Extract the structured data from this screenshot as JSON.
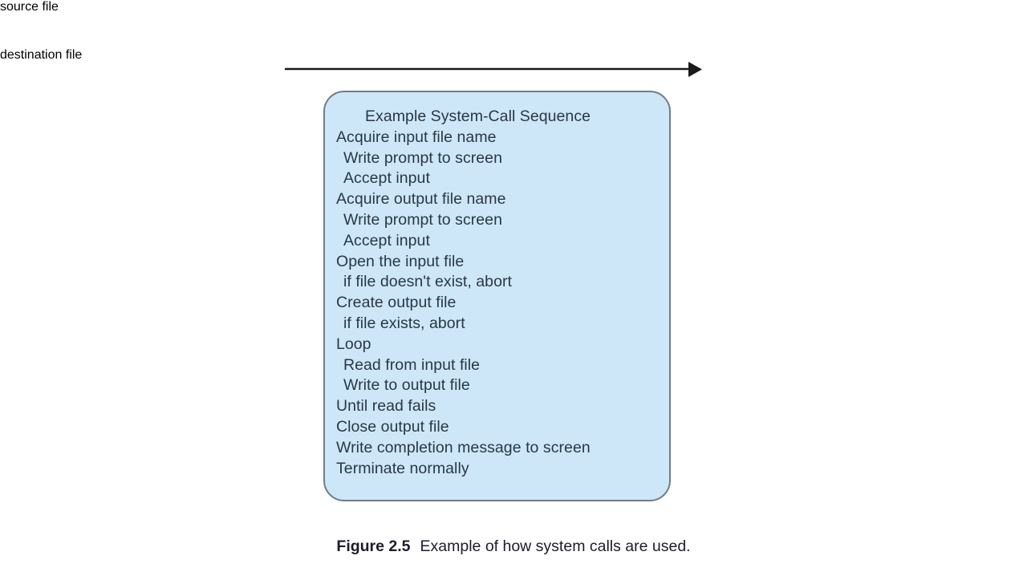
{
  "diagram": {
    "source_box": {
      "label": "source file"
    },
    "destination_box": {
      "label": "destination file"
    },
    "arrow": {
      "name": "flow-arrow-right"
    },
    "panel": {
      "title": "Example System-Call Sequence",
      "steps": [
        {
          "text": "Acquire input file name",
          "indent": 0
        },
        {
          "text": "Write prompt to screen",
          "indent": 1
        },
        {
          "text": "Accept input",
          "indent": 1
        },
        {
          "text": "Acquire output file name",
          "indent": 0
        },
        {
          "text": "Write prompt to screen",
          "indent": 1
        },
        {
          "text": "Accept input",
          "indent": 1
        },
        {
          "text": "Open the input file",
          "indent": 0
        },
        {
          "text": "if file doesn't exist, abort",
          "indent": 1
        },
        {
          "text": "Create output file",
          "indent": 0
        },
        {
          "text": "if file exists, abort",
          "indent": 1
        },
        {
          "text": "Loop",
          "indent": 0
        },
        {
          "text": "Read from input file",
          "indent": 1
        },
        {
          "text": "Write to output file",
          "indent": 1
        },
        {
          "text": "Until read fails",
          "indent": 0
        },
        {
          "text": "Close output file",
          "indent": 0
        },
        {
          "text": "Write completion message to screen",
          "indent": 0
        },
        {
          "text": "Terminate normally",
          "indent": 0
        }
      ]
    }
  },
  "caption": {
    "label": "Figure 2.5",
    "text": "Example of how system calls are used."
  },
  "colors": {
    "box_fill": "#d2d2d2",
    "box_border": "#262626",
    "panel_fill": "#cde7f9",
    "panel_border": "#6f7d88",
    "text": "#2b3744",
    "caption_text": "#1d1d2b",
    "arrow": "#1a1a1a",
    "background": "#ffffff"
  }
}
